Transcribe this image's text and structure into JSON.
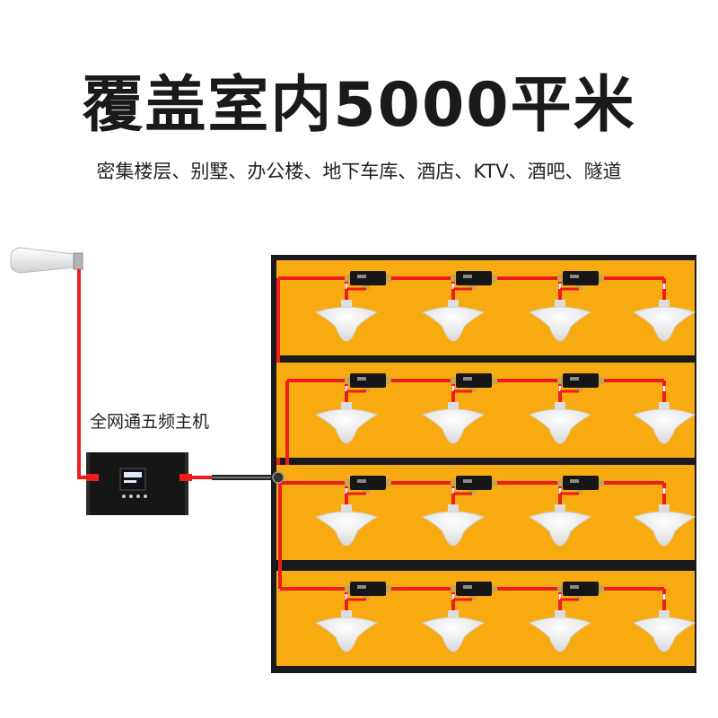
{
  "title": "覆盖室内5000平米",
  "subtitle": "密集楼层、别墅、办公楼、地下车库、酒店、KTV、酒吧、隧道",
  "host_label": "全网通五频主机",
  "colors": {
    "floor_fill": "#f7ab10",
    "building_border": "#1a1a1a",
    "cable": "#ee1c1c",
    "antenna": "#f2f2f2",
    "device": "#161616"
  },
  "floors": 4,
  "antennas_per_floor": 4,
  "splitters_per_floor": 3
}
